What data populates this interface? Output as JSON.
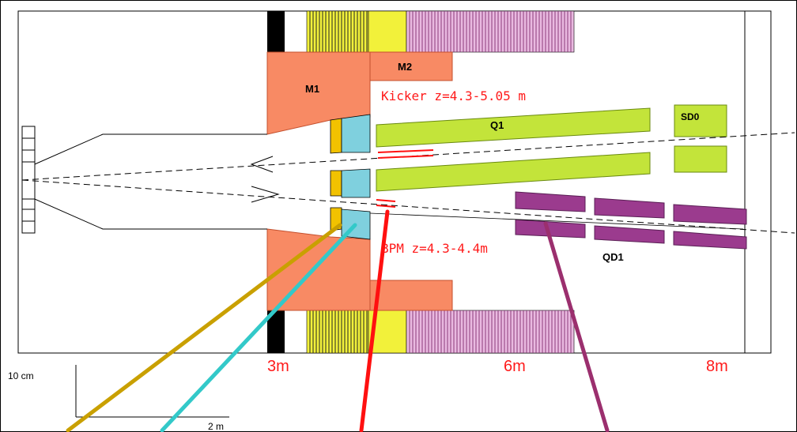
{
  "labels": {
    "m1": "M1",
    "m2": "M2",
    "q1": "Q1",
    "sd0": "SD0",
    "qd1": "QD1",
    "kicker": "Kicker z=4.3-5.05 m",
    "bpm": "BPM z=4.3-4.4m",
    "z3": "3m",
    "z6": "6m",
    "z8": "8m",
    "scale_v": "10 cm",
    "scale_h": "2 m"
  },
  "colors": {
    "magnet_orange": "#F88A64",
    "quad_green": "#C3E43A",
    "qd1_purple": "#9B3B8E",
    "yellow_coil": "#F2F13A",
    "pink_coil": "#E9B9E0",
    "gold": "#F2C200",
    "cyan": "#7FD0DE",
    "pointer_gold": "#C9A000",
    "pointer_cyan": "#33C9C9",
    "pointer_red": "#FF1010",
    "pointer_purple": "#9B2F6E",
    "text_red": "#FF1A1A"
  }
}
